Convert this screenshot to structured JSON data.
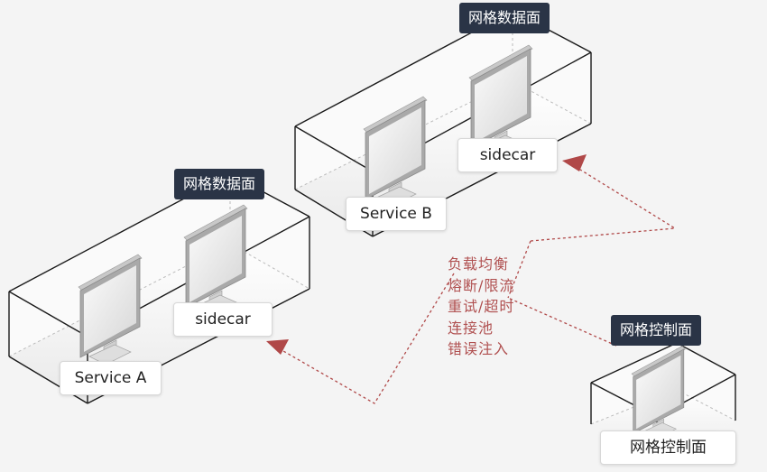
{
  "clusters": {
    "service_b_plane": {
      "tag": "网格数据面",
      "service_label": "Service B",
      "sidecar_label": "sidecar"
    },
    "service_a_plane": {
      "tag": "网格数据面",
      "service_label": "Service A",
      "sidecar_label": "sidecar"
    },
    "control_plane": {
      "tag": "网格控制面",
      "label": "网格控制面"
    }
  },
  "features": [
    "负载均衡",
    "熔断/限流",
    "重试/超时",
    "连接池",
    "错误注入"
  ],
  "colors": {
    "tag_bg": "#2a3446",
    "arrow": "#b04848",
    "feature_text": "#b05050",
    "box_outline": "#1a1a1a"
  },
  "icons": [
    "monitor-icon",
    "arrow-head-icon"
  ]
}
